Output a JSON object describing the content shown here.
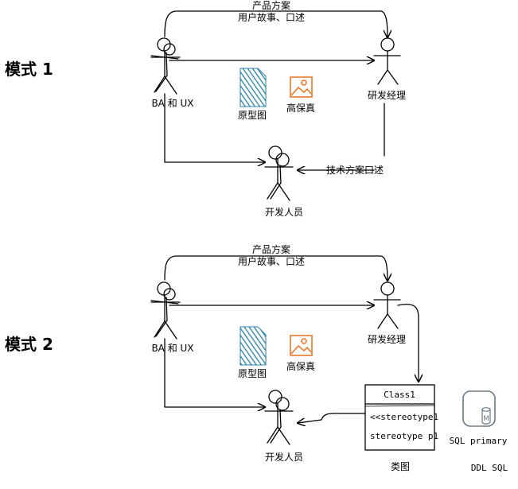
{
  "modes": [
    {
      "label": "模式 1",
      "top_label_line1": "产品方案",
      "top_label_line2": "用户故事、口述",
      "actor_ba": "BA 和 UX",
      "actor_pm": "研发经理",
      "actor_dev": "开发人员",
      "icon_prototype": "原型图",
      "icon_hifi": "高保真",
      "tech_label": "技术方案口述"
    },
    {
      "label": "模式 2",
      "top_label_line1": "产品方案",
      "top_label_line2": "用户故事、口述",
      "actor_ba": "BA 和 UX",
      "actor_pm": "研发经理",
      "actor_dev": "开发人员",
      "icon_prototype": "原型图",
      "icon_hifi": "高保真",
      "class_box": {
        "title": "Class1",
        "row1": "<<stereotype1",
        "row2": "stereotype p1",
        "caption": "类图"
      },
      "db": {
        "label": "SQL primary",
        "caption": "DDL SQL",
        "glyph": "M"
      }
    }
  ],
  "colors": {
    "prototype_blue": "#2b7fa6",
    "hifi_orange": "#e8792b",
    "db_gray": "#6b7a86"
  }
}
